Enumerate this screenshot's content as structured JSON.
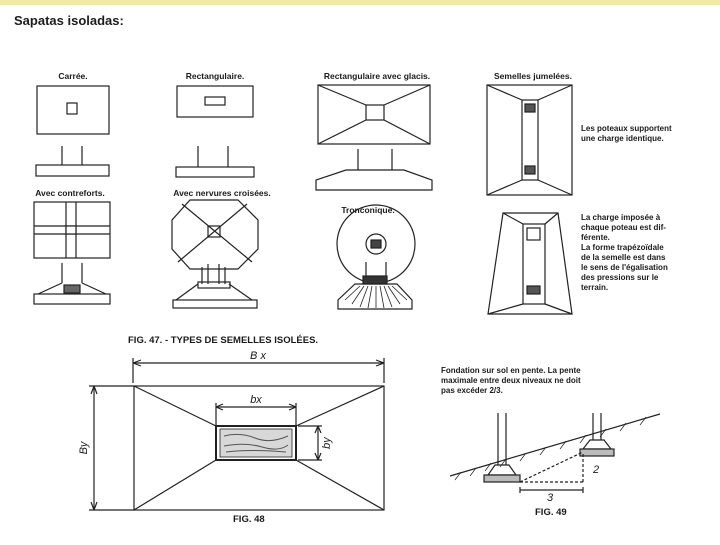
{
  "slide": {
    "title": "Sapatas isoladas:"
  },
  "types": {
    "carree": "Carrée.",
    "rectangulaire": "Rectangulaire.",
    "rect_glacis": "Rectangulaire avec glacis.",
    "jumelees": "Semelles jumelées.",
    "contreforts": "Avec contreforts.",
    "nervures": "Avec nervures croisées.",
    "tronconique": "Tronconique."
  },
  "notes": {
    "jumelees_1": [
      "Les poteaux supportent",
      "une charge identique."
    ],
    "jumelees_2": [
      "La charge imposée à",
      "chaque poteau est dif-",
      "férente.",
      "La forme trapézoïdale",
      "de la semelle est dans",
      "le sens de l'égalisation",
      "des pressions sur le",
      "terrain."
    ]
  },
  "fig47": {
    "caption": "FIG. 47. - TYPES DE SEMELLES ISOLÉES."
  },
  "fig48": {
    "caption": "FIG. 48",
    "Bx": "B x",
    "By": "By",
    "bx": "bx",
    "by": "by"
  },
  "fig49": {
    "caption": "FIG. 49",
    "text": [
      "Fondation sur sol en pente. La pente",
      "maximale entre deux niveaux ne doit",
      "pas excéder 2/3."
    ],
    "rise": "2",
    "run": "3"
  }
}
